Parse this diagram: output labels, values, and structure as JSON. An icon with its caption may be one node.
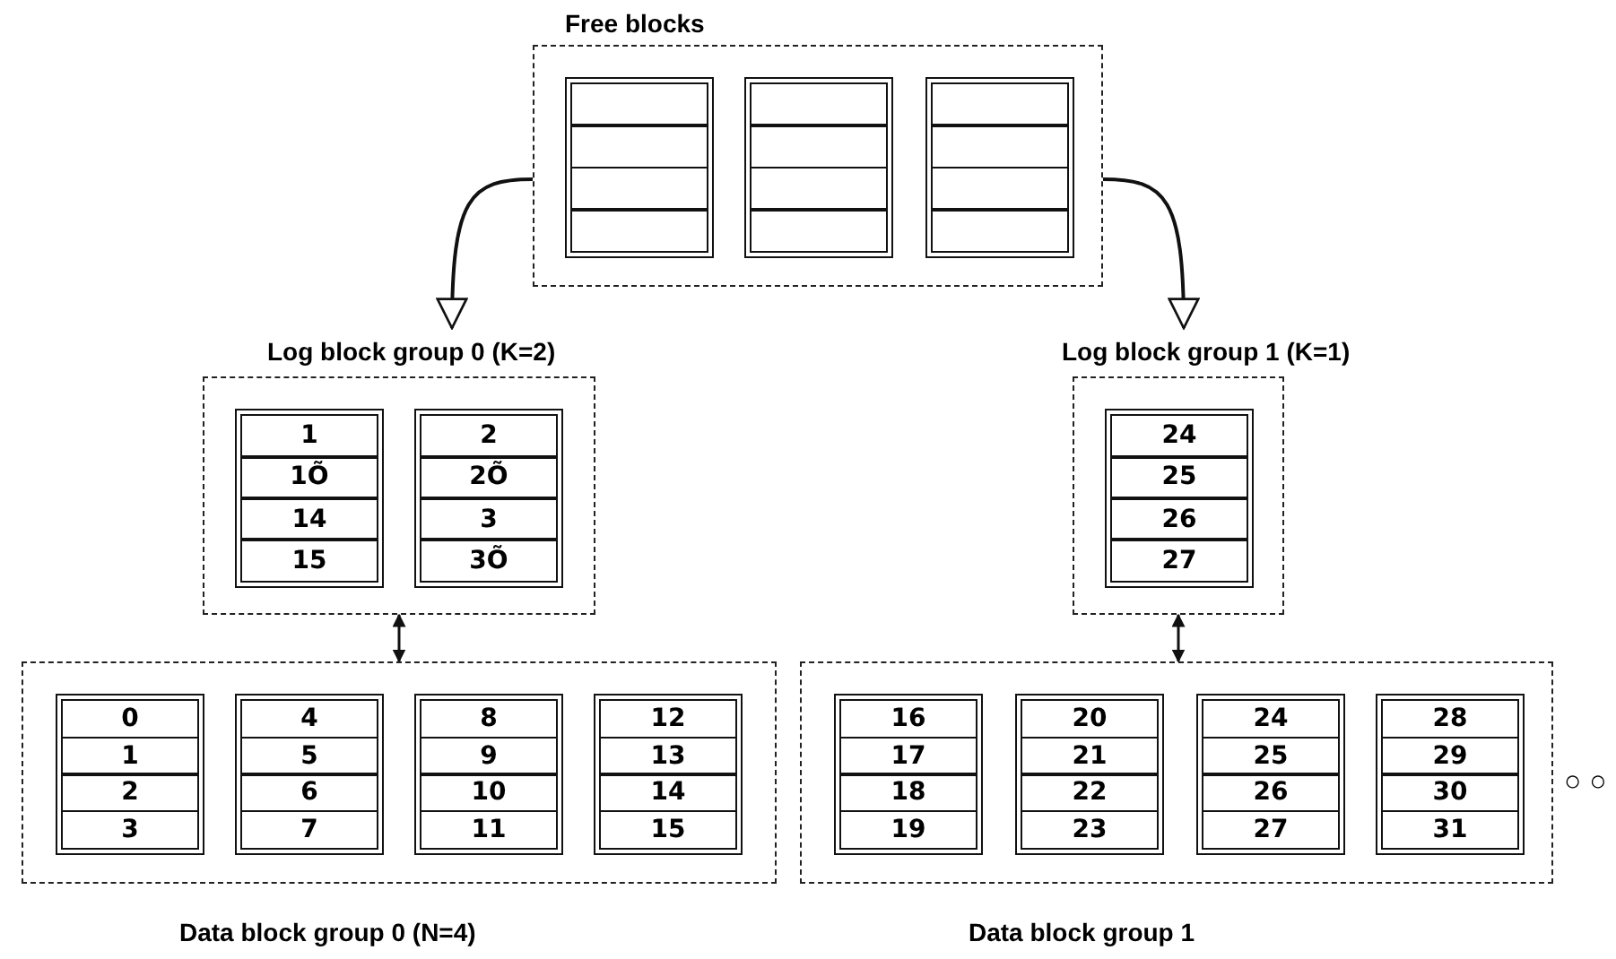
{
  "diagram": {
    "nodes": [
      {
        "text": [
          "Free blocks"
        ]
      },
      {
        "text": [],
        "shape": "box",
        "in": 0
      },
      {
        "text": [],
        "shape": "box",
        "in": 1
      },
      {
        "text": [],
        "shape": "box",
        "in": 1
      },
      {
        "text": [],
        "shape": "box",
        "in": 1
      },
      {
        "text": [],
        "shape": "box",
        "in": 1
      },
      {
        "text": [],
        "shape": "box",
        "in": 0
      },
      {
        "text": [],
        "shape": "box",
        "in": 6
      },
      {
        "text": [],
        "shape": "box",
        "in": 6
      },
      {
        "text": [],
        "shape": "box",
        "in": 6
      },
      {
        "text": [],
        "shape": "box",
        "in": 6
      },
      {
        "text": [],
        "shape": "box",
        "in": 0
      },
      {
        "text": [],
        "shape": "box",
        "in": 11
      },
      {
        "text": [],
        "shape": "box",
        "in": 11
      },
      {
        "text": [],
        "shape": "box",
        "in": 11
      },
      {
        "text": [],
        "shape": "box",
        "in": 11
      },
      {
        "text": [
          "Log block group 0 (K=2)"
        ]
      },
      {
        "text": [],
        "shape": "box",
        "in": 16
      },
      {
        "text": [
          "1"
        ],
        "in": 17
      },
      {
        "text": [
          "1Õ"
        ],
        "in": 17
      },
      {
        "text": [
          "14"
        ],
        "in": 17
      },
      {
        "text": [
          "15"
        ],
        "in": 17
      },
      {
        "text": [],
        "shape": "box",
        "in": 16
      },
      {
        "text": [
          "2"
        ],
        "in": 22
      },
      {
        "text": [
          "2Õ"
        ],
        "in": 22
      },
      {
        "text": [
          "3"
        ],
        "in": 22
      },
      {
        "text": [
          "3Õ"
        ],
        "in": 22
      },
      {
        "text": [
          "Log block group 1 (K=1)"
        ]
      },
      {
        "text": [],
        "shape": "box",
        "in": 27
      },
      {
        "text": [
          "24"
        ],
        "in": 28
      },
      {
        "text": [
          "25"
        ],
        "in": 28
      },
      {
        "text": [
          "26"
        ],
        "in": 28
      },
      {
        "text": [
          "27"
        ],
        "in": 28
      },
      {
        "text": [
          "Data block group 0 (N=4)"
        ]
      },
      {
        "text": [],
        "shape": "box",
        "in": 33
      },
      {
        "text": [
          "0"
        ],
        "in": 34
      },
      {
        "text": [
          "1"
        ],
        "in": 34
      },
      {
        "text": [
          "2"
        ],
        "in": 34
      },
      {
        "text": [
          "3"
        ],
        "in": 34
      },
      {
        "text": [],
        "shape": "box",
        "in": 33
      },
      {
        "text": [
          "4"
        ],
        "in": 39
      },
      {
        "text": [
          "5"
        ],
        "in": 39
      },
      {
        "text": [
          "6"
        ],
        "in": 39
      },
      {
        "text": [
          "7"
        ],
        "in": 39
      },
      {
        "text": [],
        "shape": "box",
        "in": 33
      },
      {
        "text": [
          "8"
        ],
        "in": 44
      },
      {
        "text": [
          "9"
        ],
        "in": 44
      },
      {
        "text": [
          "10"
        ],
        "in": 44
      },
      {
        "text": [
          "11"
        ],
        "in": 44
      },
      {
        "text": [],
        "shape": "box",
        "in": 33
      },
      {
        "text": [
          "12"
        ],
        "in": 49
      },
      {
        "text": [
          "13"
        ],
        "in": 49
      },
      {
        "text": [
          "14"
        ],
        "in": 49
      },
      {
        "text": [
          "15"
        ],
        "in": 49
      },
      {
        "text": [
          "Data block group 1"
        ]
      },
      {
        "text": [],
        "shape": "box",
        "in": 54
      },
      {
        "text": [
          "16"
        ],
        "in": 55
      },
      {
        "text": [
          "17"
        ],
        "in": 55
      },
      {
        "text": [
          "18"
        ],
        "in": 55
      },
      {
        "text": [
          "19"
        ],
        "in": 55
      },
      {
        "text": [],
        "shape": "box",
        "in": 54
      },
      {
        "text": [
          "20"
        ],
        "in": 60
      },
      {
        "text": [
          "21"
        ],
        "in": 60
      },
      {
        "text": [
          "22"
        ],
        "in": 60
      },
      {
        "text": [
          "23"
        ],
        "in": 60
      },
      {
        "text": [],
        "shape": "box",
        "in": 54
      },
      {
        "text": [
          "24"
        ],
        "in": 65
      },
      {
        "text": [
          "25"
        ],
        "in": 65
      },
      {
        "text": [
          "26"
        ],
        "in": 65
      },
      {
        "text": [
          "27"
        ],
        "in": 65
      },
      {
        "text": [],
        "shape": "box",
        "in": 54
      },
      {
        "text": [
          "28"
        ],
        "in": 70
      },
      {
        "text": [
          "29"
        ],
        "in": 70
      },
      {
        "text": [
          "30"
        ],
        "in": 70
      },
      {
        "text": [
          "31"
        ],
        "in": 70
      }
    ],
    "edges": [
      {
        "from": 0,
        "to": 16,
        "arrow": "to"
      },
      {
        "from": 0,
        "to": 27,
        "arrow": "to"
      },
      {
        "from": 16,
        "to": 33,
        "arrow": "both"
      },
      {
        "from": 27,
        "to": 54,
        "arrow": "both"
      }
    ],
    "labels": [
      "○ ○"
    ]
  }
}
